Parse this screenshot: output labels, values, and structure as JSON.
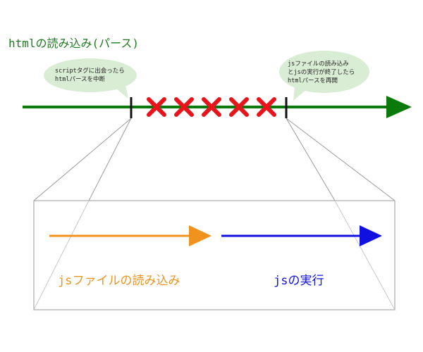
{
  "title": "htmlの読み込み(パース)",
  "bubble_left": {
    "line1": "scriptタグに出会ったら",
    "line2": "htmlパースを中断"
  },
  "bubble_right": {
    "line1": "jsファイルの読み込み",
    "line2": "とjsの実行が終了したら",
    "line3": "htmlパースを再開"
  },
  "caption_load": "jsファイルの読み込み",
  "caption_exec": "jsの実行",
  "colors": {
    "parse_arrow": "#0b7a0b",
    "title_text": "#1f7a1f",
    "bubble_fill": "#d9ecd4",
    "blocked_mark": "#e8141b",
    "load_arrow": "#f0921e",
    "exec_arrow": "#1010e0"
  },
  "blocked_mark_icon": "cross-mark-icon",
  "blocked_mark_count": 5
}
